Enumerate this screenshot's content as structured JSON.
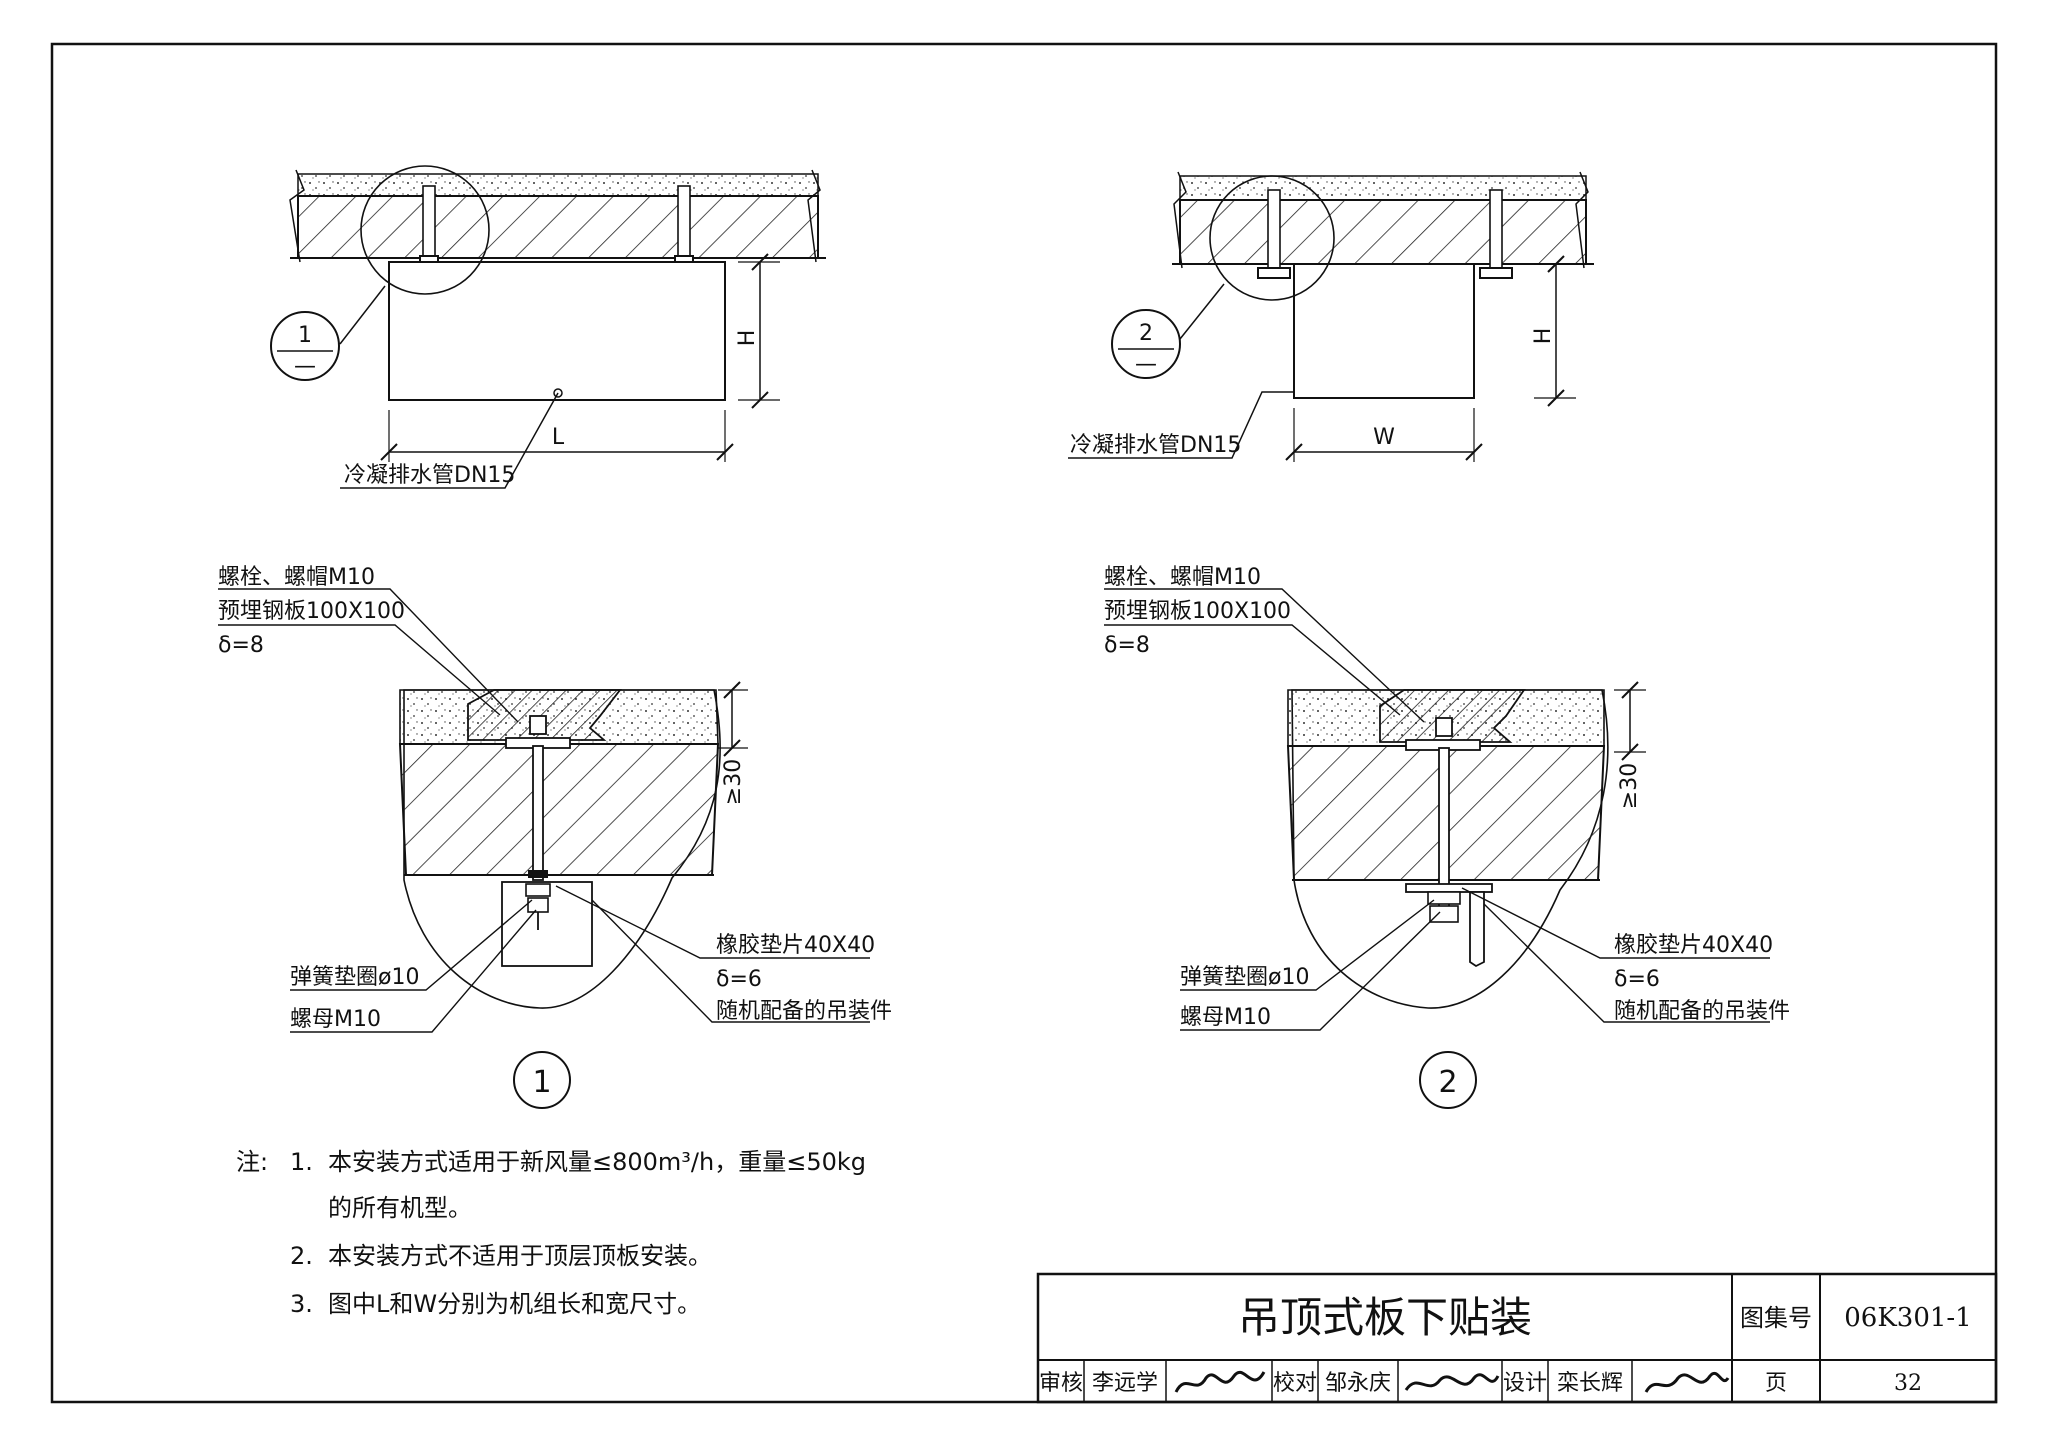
{
  "views": {
    "view1_drain_label": "冷凝排水管DN15",
    "view1_dim_length": "L",
    "view1_dim_height": "H",
    "view2_drain_label": "冷凝排水管DN15",
    "view2_dim_width": "W",
    "view2_dim_height": "H"
  },
  "detail_refs": [
    {
      "num": "1",
      "sheet": "—"
    },
    {
      "num": "2",
      "sheet": "—"
    }
  ],
  "details": [
    {
      "bolt": "螺栓、螺帽M10",
      "plate": "预埋钢板100X100",
      "plate_thk": "δ=8",
      "depth": "≥30",
      "spring_washer": "弹簧垫圈ø10",
      "nut": "螺母M10",
      "rubber": "橡胶垫片40X40",
      "rubber_thk": "δ=6",
      "hanger": "随机配备的吊装件",
      "caption": "1"
    },
    {
      "bolt": "螺栓、螺帽M10",
      "plate": "预埋钢板100X100",
      "plate_thk": "δ=8",
      "depth": "≥30",
      "spring_washer": "弹簧垫圈ø10",
      "nut": "螺母M10",
      "rubber": "橡胶垫片40X40",
      "rubber_thk": "δ=6",
      "hanger": "随机配备的吊装件",
      "caption": "2"
    }
  ],
  "notes": {
    "prefix": "注:",
    "items": [
      {
        "num": "1.",
        "text": "本安装方式适用于新风量≤800m³/h，重量≤50kg"
      },
      {
        "num": "",
        "text": "的所有机型。"
      },
      {
        "num": "2.",
        "text": "本安装方式不适用于顶层顶板安装。"
      },
      {
        "num": "3.",
        "text": "图中L和W分别为机组长和宽尺寸。"
      }
    ]
  },
  "title_block": {
    "title": "吊顶式板下贴装",
    "atlas_label": "图集号",
    "atlas_no": "06K301-1",
    "review_label": "审核",
    "reviewer": "李远学",
    "check_label": "校对",
    "checker": "邹永庆",
    "design_label": "设计",
    "designer": "栾长辉",
    "page_label": "页",
    "page_no": "32"
  }
}
